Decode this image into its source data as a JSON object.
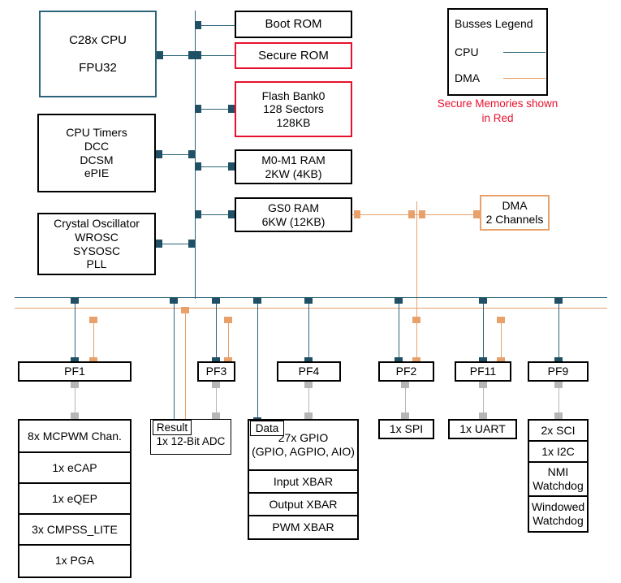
{
  "diagram": {
    "title": "MCU functional block diagram",
    "colors": {
      "cpu_bus": "#2b6478",
      "dma_bus": "#e8a16a",
      "secure_red": "#e8112d",
      "block_black": "#000000",
      "gray_arrow": "#b6b6b6"
    }
  },
  "cpu": {
    "line1": "C28x CPU",
    "line2": "FPU32"
  },
  "system": {
    "timers": {
      "l1": "CPU Timers",
      "l2": "DCC",
      "l3": "DCSM",
      "l4": "ePIE"
    },
    "clock": {
      "l1": "Crystal Oscillator",
      "l2": "WROSC",
      "l3": "SYSOSC",
      "l4": "PLL"
    }
  },
  "memories": [
    {
      "name": "Boot ROM",
      "lines": [
        "Boot ROM"
      ],
      "secure": false
    },
    {
      "name": "Secure ROM",
      "lines": [
        "Secure ROM"
      ],
      "secure": true
    },
    {
      "name": "Flash Bank0",
      "lines": [
        "Flash Bank0",
        "128 Sectors",
        "128KB"
      ],
      "secure": true
    },
    {
      "name": "M0-M1 RAM",
      "lines": [
        "M0-M1 RAM",
        "2KW (4KB)"
      ],
      "secure": false
    },
    {
      "name": "GS0 RAM",
      "lines": [
        "GS0 RAM",
        "6KW (12KB)"
      ],
      "secure": false
    }
  ],
  "dma": {
    "l1": "DMA",
    "l2": "2 Channels"
  },
  "legend": {
    "title": "Busses Legend",
    "cpu_label": "CPU",
    "dma_label": "DMA",
    "secure_note_l1": "Secure Memories",
    "secure_note_l2": "shown in Red"
  },
  "peripheral_frames": [
    {
      "label": "PF1"
    },
    {
      "label": "PF3"
    },
    {
      "label": "PF4"
    },
    {
      "label": "PF2"
    },
    {
      "label": "PF11"
    },
    {
      "label": "PF9"
    }
  ],
  "peripherals": {
    "pf1_stack": [
      "8x MCPWM Chan.",
      "1x eCAP",
      "1x eQEP",
      "3x CMPSS_LITE",
      "1x PGA"
    ],
    "adc": {
      "tab": "Result",
      "body": "1x 12-Bit ADC"
    },
    "gpio": {
      "tab": "Data",
      "rows": [
        {
          "lines": [
            "27x GPIO",
            "(GPIO, AGPIO, AIO)"
          ]
        },
        {
          "lines": [
            "Input XBAR"
          ]
        },
        {
          "lines": [
            "Output XBAR"
          ]
        },
        {
          "lines": [
            "PWM XBAR"
          ]
        }
      ]
    },
    "spi": "1x SPI",
    "uart": "1x UART",
    "comms_stack": [
      {
        "lines": [
          "2x SCI"
        ]
      },
      {
        "lines": [
          "1x I2C"
        ]
      },
      {
        "lines": [
          "NMI",
          "Watchdog"
        ]
      },
      {
        "lines": [
          "Windowed",
          "Watchdog"
        ]
      }
    ]
  }
}
